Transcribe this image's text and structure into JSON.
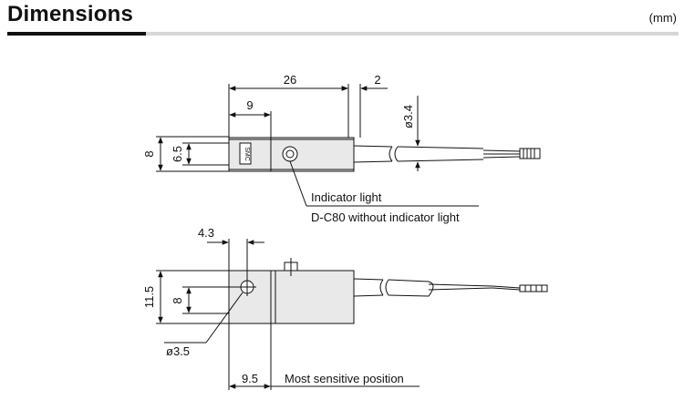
{
  "header": {
    "title": "Dimensions",
    "unit": "(mm)"
  },
  "top_view": {
    "dims": {
      "overall_length": "26",
      "tail": "2",
      "offset": "9",
      "height_outer": "8",
      "height_inner": "6.5",
      "cable_dia": "ø3.4"
    },
    "brand_mark": "SMC",
    "callout_1": "Indicator light",
    "callout_2": "D-C80 without indicator light"
  },
  "side_view": {
    "dims": {
      "hole_offset": "4.3",
      "height_outer": "11.5",
      "height_inner": "8",
      "hole_dia": "ø3.5",
      "sensitive_offset": "9.5"
    },
    "callout": "Most sensitive position"
  },
  "colors": {
    "body_fill": "#e9e9e9",
    "line": "#111111",
    "rule_accent": "#111111",
    "rule_base": "#d7d7d7"
  }
}
